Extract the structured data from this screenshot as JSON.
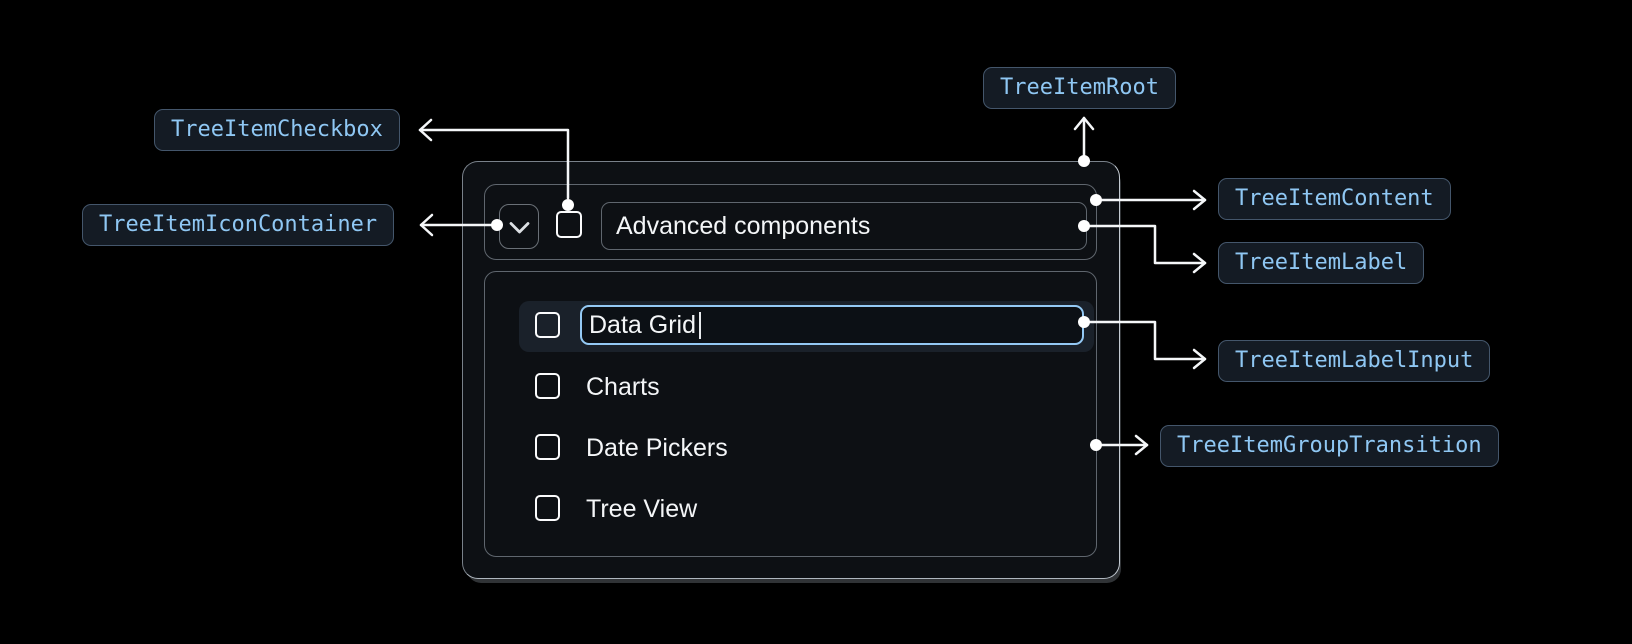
{
  "figure": {
    "type": "component-anatomy-diagram",
    "component": "TreeItem"
  },
  "annotations": {
    "tree_item_checkbox": "TreeItemCheckbox",
    "tree_item_icon_container": "TreeItemIconContainer",
    "tree_item_root": "TreeItemRoot",
    "tree_item_content": "TreeItemContent",
    "tree_item_label": "TreeItemLabel",
    "tree_item_label_input": "TreeItemLabelInput",
    "tree_item_group_transition": "TreeItemGroupTransition"
  },
  "tree": {
    "parent": {
      "label": "Advanced components",
      "expanded": true,
      "checkbox_checked": false
    },
    "editing_item": {
      "input_value": "Data Grid",
      "checkbox_checked": false
    },
    "children": [
      {
        "label": "Charts",
        "checkbox_checked": false
      },
      {
        "label": "Date Pickers",
        "checkbox_checked": false
      },
      {
        "label": "Tree View",
        "checkbox_checked": false
      }
    ]
  },
  "icons": {
    "expand": "chevron-down-icon",
    "checkbox": "checkbox-unchecked-icon"
  },
  "colors": {
    "background": "#000000",
    "card_bg": "#0D1014",
    "card_border": "#9AA2AB",
    "inner_border": "#5F666E",
    "row_highlight": "#1A212A",
    "input_border": "#94C9F4",
    "badge_text": "#8FC7F3",
    "badge_border": "#44566B",
    "badge_bg": "#141B24",
    "connector": "#F5F7F9",
    "text": "#F4F6F8"
  }
}
